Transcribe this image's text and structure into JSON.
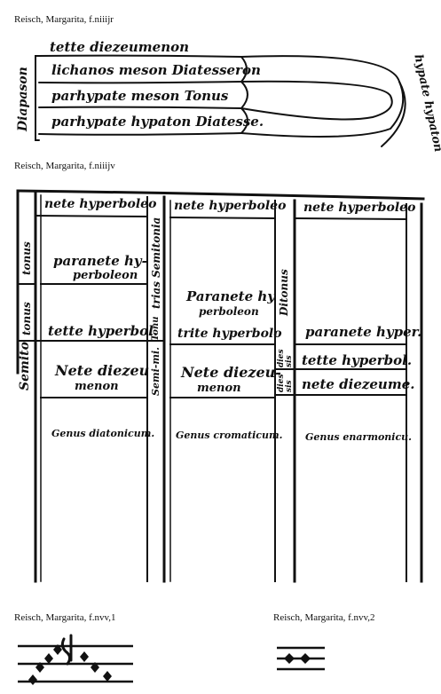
{
  "captions": {
    "fig1": "Reisch, Margarita, f.niiijr",
    "fig2": "Reisch, Margarita, f.niiijv",
    "fig3": "Reisch, Margarita, f.nvv,1",
    "fig4": "Reisch, Margarita, f.nvv,2"
  },
  "fig1": {
    "top": "tette diezeumenon",
    "row1": "lichanos meson  Diatesseron",
    "row2": "parhypate meson    Tonus",
    "row3": "parhypate hypaton  Diatesse.",
    "left_vertical": "Diapason",
    "right_curve": "hypate hypaton"
  },
  "fig2": {
    "col1_top": "nete hyperboleo",
    "col2_top": "nete hyperboleo",
    "col3_top": "nete hyperboleo",
    "col1_mid_a": "paranete hy-",
    "col1_mid_b": "perboleon",
    "col2_mid_a": "Paranete hy",
    "col2_mid_b": "perboleon",
    "col3_mid": "paranete hyper.",
    "col1_trite": "tette hyperbol.",
    "col2_trite": "trite hyperbolo",
    "col3_trite": "tette hyperbol.",
    "col1_nete_a": "Nete diezeu",
    "col1_nete_b": "menon",
    "col2_nete_a": "Nete diezeu-",
    "col2_nete_b": "menon",
    "col3_nete": "nete diezeume.",
    "col1_genus": "Genus diatonicum.",
    "col2_genus": "Genus cromaticum.",
    "col3_genus": "Genus enarmonicu.",
    "side_tonus1": "tonus",
    "side_tonus2": "tonus",
    "side_semito": "Semito",
    "mid_trias": "trias Semitonia",
    "mid_semi": "Semi-mi.",
    "mid_tonus": "Tonu",
    "mid_ditonus": "Ditonus",
    "mid_dies1": "dies",
    "mid_dies2": "sis",
    "mid_dies3": "dies",
    "mid_dies4": "sis"
  }
}
